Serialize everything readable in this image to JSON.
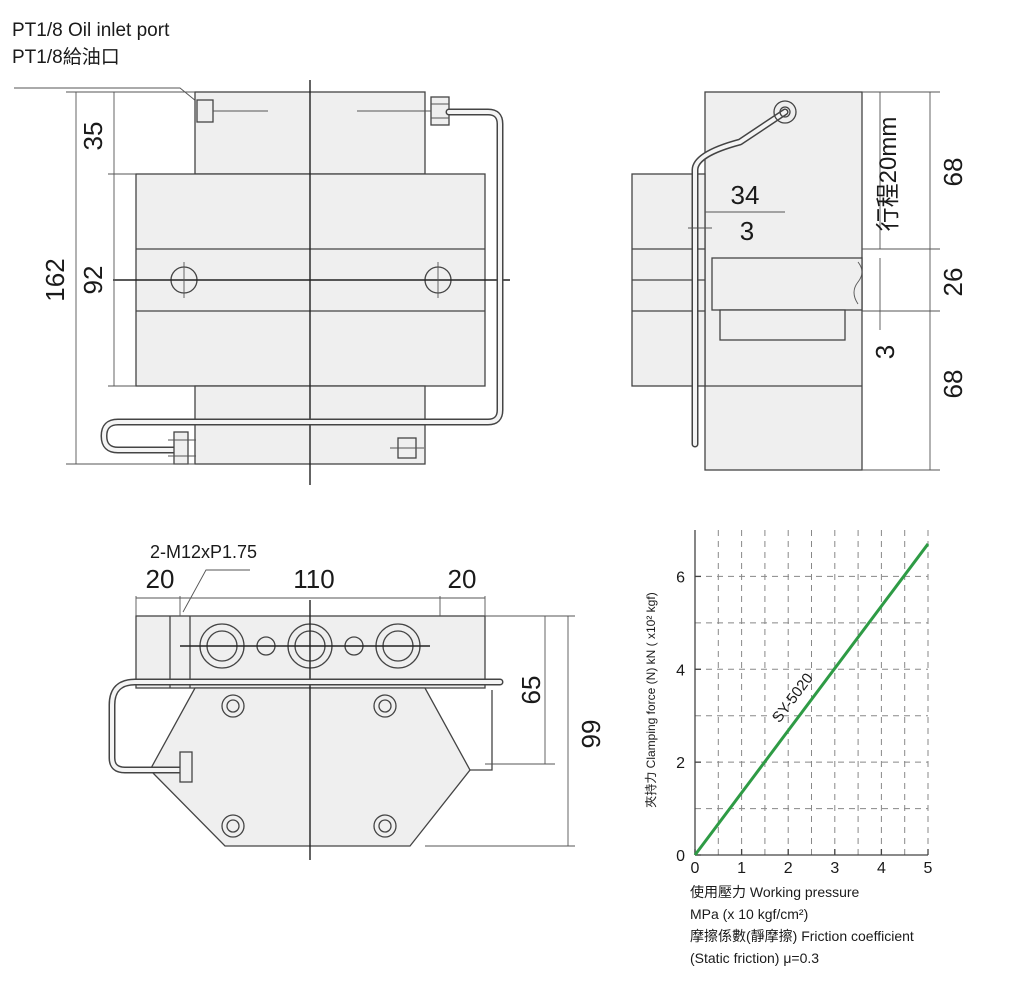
{
  "notes": {
    "port_en": "PT1/8 Oil inlet port",
    "port_cn": "PT1/8給油口"
  },
  "front_view": {
    "dim_35": "35",
    "dim_92": "92",
    "dim_162": "162"
  },
  "side_view": {
    "dim_34": "34",
    "dim_3_top": "3",
    "stroke_label": "行程20mm",
    "dim_68_top": "68",
    "dim_26": "26",
    "dim_3_bottom": "3",
    "dim_68_bottom": "68"
  },
  "bottom_view": {
    "thread_label": "2-M12xP1.75",
    "dim_20_left": "20",
    "dim_110": "110",
    "dim_20_right": "20",
    "dim_65": "65",
    "dim_99": "99"
  },
  "chart_data": {
    "type": "line",
    "xlim": [
      0,
      5
    ],
    "ylim": [
      0,
      7
    ],
    "x_ticks": [
      "0",
      "1",
      "2",
      "3",
      "4",
      "5"
    ],
    "y_ticks": [
      "0",
      "2",
      "4",
      "6"
    ],
    "x_grid": [
      0.5,
      1,
      1.5,
      2,
      2.5,
      3,
      3.5,
      4,
      4.5
    ],
    "y_grid": [
      1,
      2,
      3,
      4,
      5,
      6
    ],
    "grid": true,
    "ylabel": "夾持力 Clamping force (N) kN ( x10² kgf)",
    "xlabel_lines": [
      "使用壓力 Working pressure",
      "MPa (x 10 kgf/cm²)",
      "摩擦係數(靜摩擦) Friction coefficient",
      "(Static friction) μ=0.3"
    ],
    "series": [
      {
        "name": "SY-5020",
        "color": "#2e9b45",
        "x": [
          0,
          5
        ],
        "y": [
          0,
          6.7
        ]
      }
    ]
  }
}
